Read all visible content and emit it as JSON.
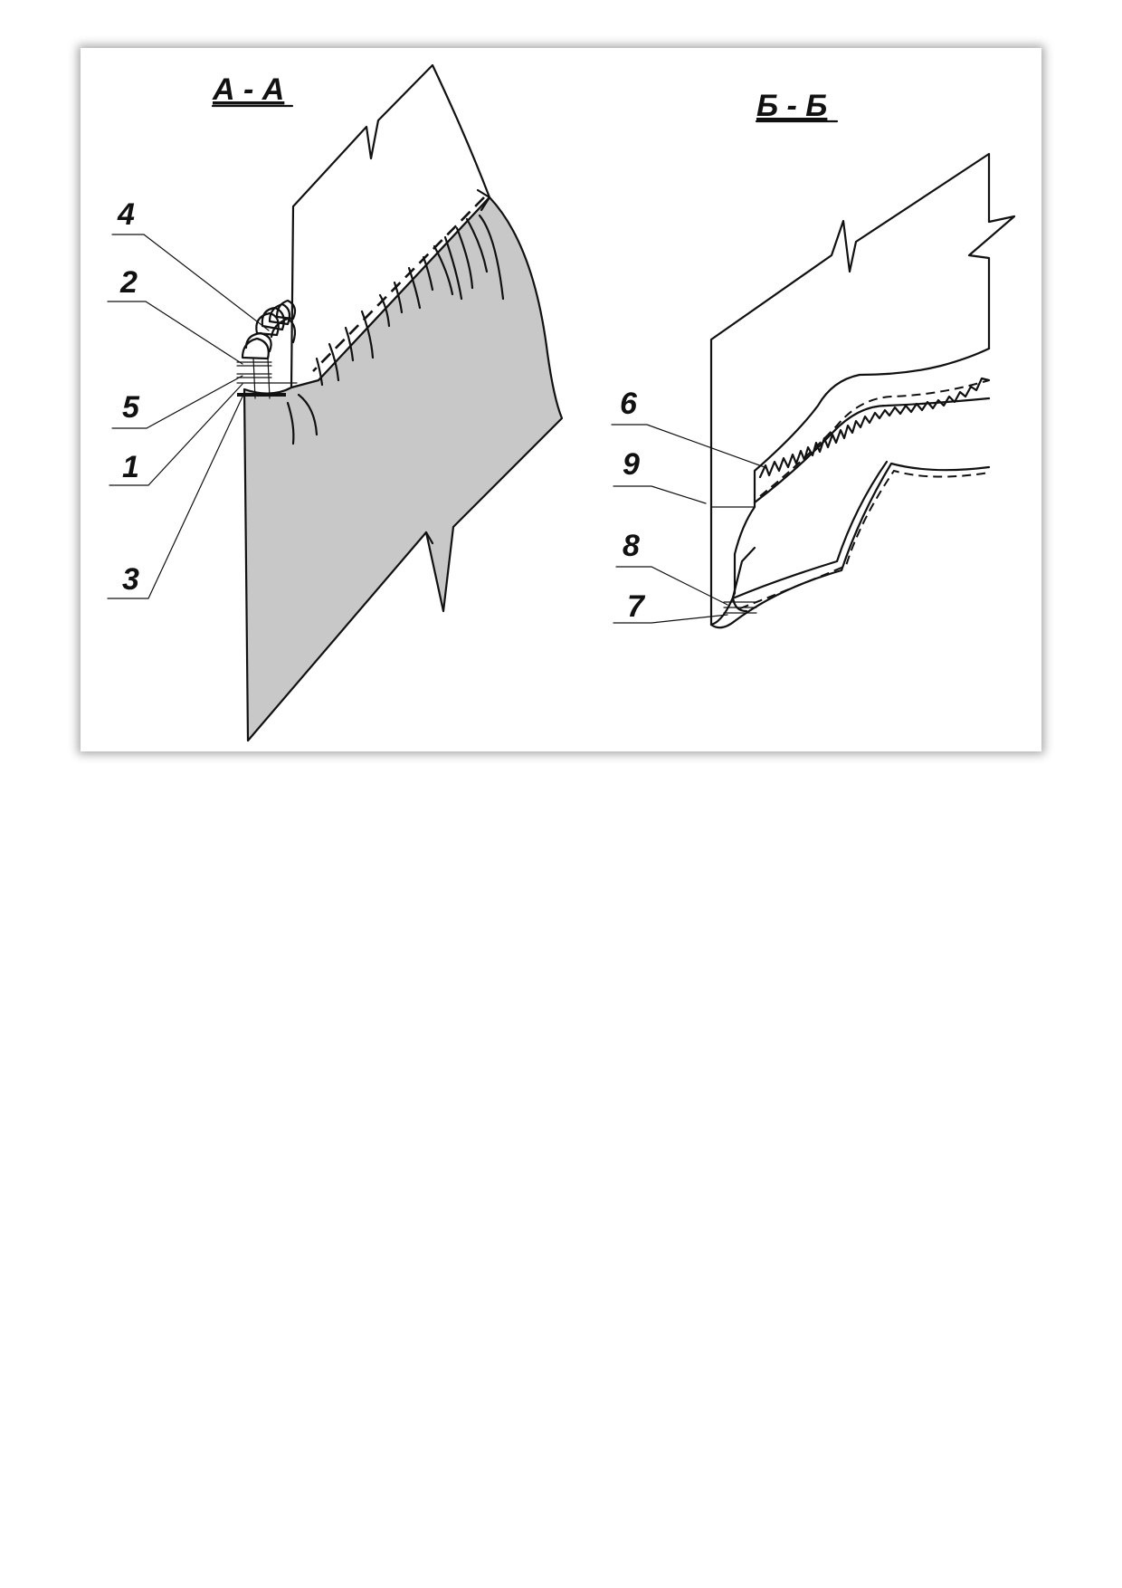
{
  "section_a": {
    "title": "А - А",
    "callouts": [
      "4",
      "2",
      "5",
      "1",
      "3"
    ]
  },
  "section_b": {
    "title": "Б - Б",
    "callouts": [
      "6",
      "9",
      "8",
      "7"
    ]
  },
  "colors": {
    "shaded_fabric": "#c8c8c8",
    "ink": "#111111",
    "frame_shadow": "#000000"
  }
}
